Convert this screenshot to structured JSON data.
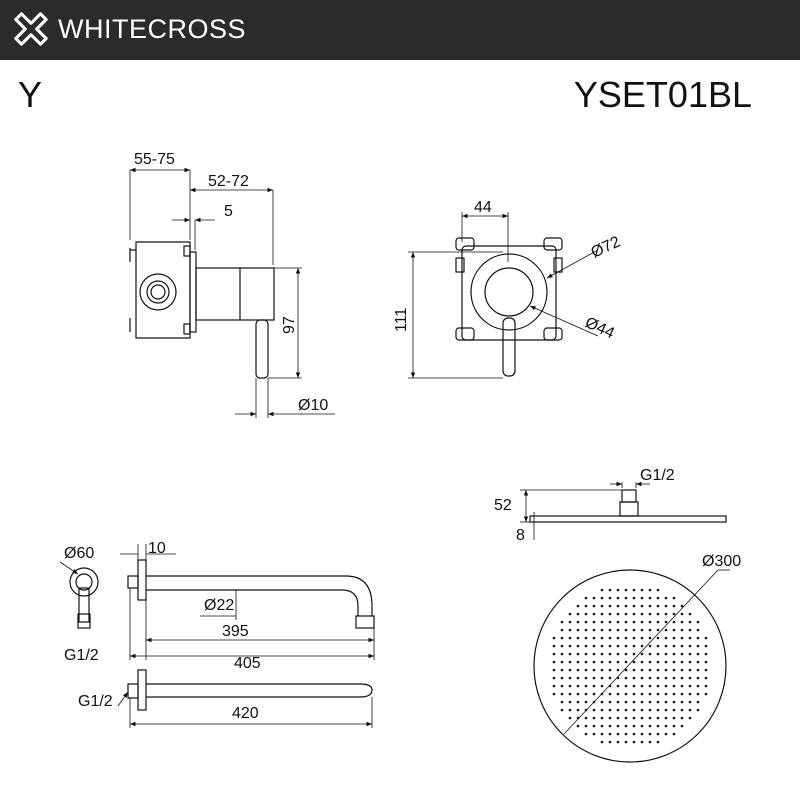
{
  "header": {
    "brand": "WHITECROSS",
    "logo_icon": "cross-x-icon",
    "background": "#2b2b2b"
  },
  "series_letter": "Y",
  "product_code": "YSET01BL",
  "dimensions": {
    "mixer_depth": "55-75",
    "mixer_install": "52-72",
    "plate_thickness": "5",
    "handle_height": "97",
    "handle_diameter": "Ø10",
    "box_width": "44",
    "box_height": "111",
    "plate_diameter": "Ø72",
    "knob_diameter": "Ø44",
    "arm_flange_diameter": "Ø60",
    "arm_flange_depth": "10",
    "arm_tube_diameter": "Ø22",
    "arm_length_395": "395",
    "arm_length_405": "405",
    "arm_thread_top": "G1/2",
    "arm_length_420": "420",
    "arm_thread_bottom": "G1/2",
    "head_thread": "G1/2",
    "head_height": "52",
    "head_thickness": "8",
    "head_diameter": "Ø300"
  }
}
